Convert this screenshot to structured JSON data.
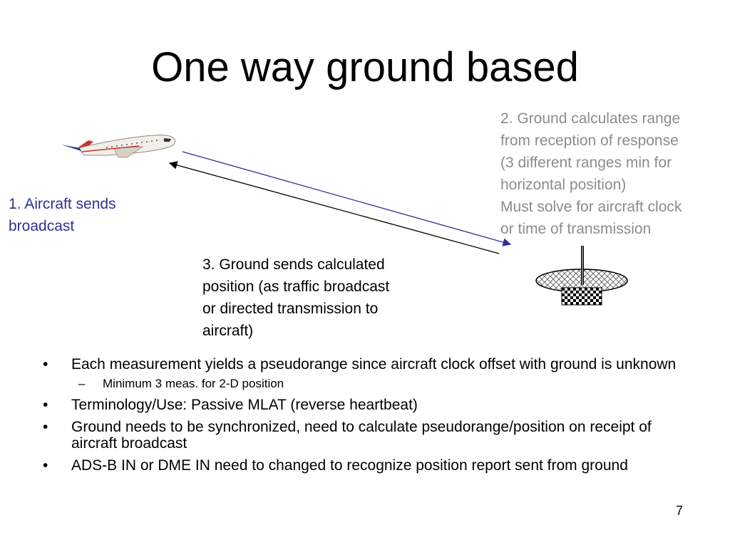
{
  "slide": {
    "title": "One way ground based",
    "notes": {
      "aircraft_broadcast": [
        "1. Aircraft sends",
        "broadcast"
      ],
      "ground_calculates": [
        "2. Ground calculates range",
        "from reception of response",
        "(3 different ranges min for",
        "horizontal position)",
        "Must solve for aircraft clock",
        "or time of transmission"
      ],
      "ground_sends": [
        "3. Ground sends calculated",
        "position (as traffic broadcast",
        "or directed transmission to",
        "aircraft)"
      ]
    },
    "bullets": [
      {
        "text": "Each measurement yields a pseudorange since aircraft clock offset with ground is unknown",
        "sub": [
          "Minimum 3 meas. for 2-D position"
        ]
      },
      {
        "text": "Terminology/Use: Passive MLAT (reverse heartbeat)",
        "sub": []
      },
      {
        "text": "Ground needs to be synchronized, need to calculate pseudorange/position on receipt of aircraft broadcast",
        "sub": []
      },
      {
        "text": "ADS-B IN or DME IN need to changed to recognize position report sent from ground",
        "sub": []
      }
    ],
    "bullet_mark": "•",
    "sub_mark": "–",
    "page_number": "7",
    "colors": {
      "aircraft_note": "#2e3192",
      "ground_note": "#8c8c8c",
      "broadcast_arrow": "#2e3192",
      "return_arrow": "#000000"
    },
    "icons": [
      "airplane-icon",
      "ground-antenna-icon"
    ]
  }
}
